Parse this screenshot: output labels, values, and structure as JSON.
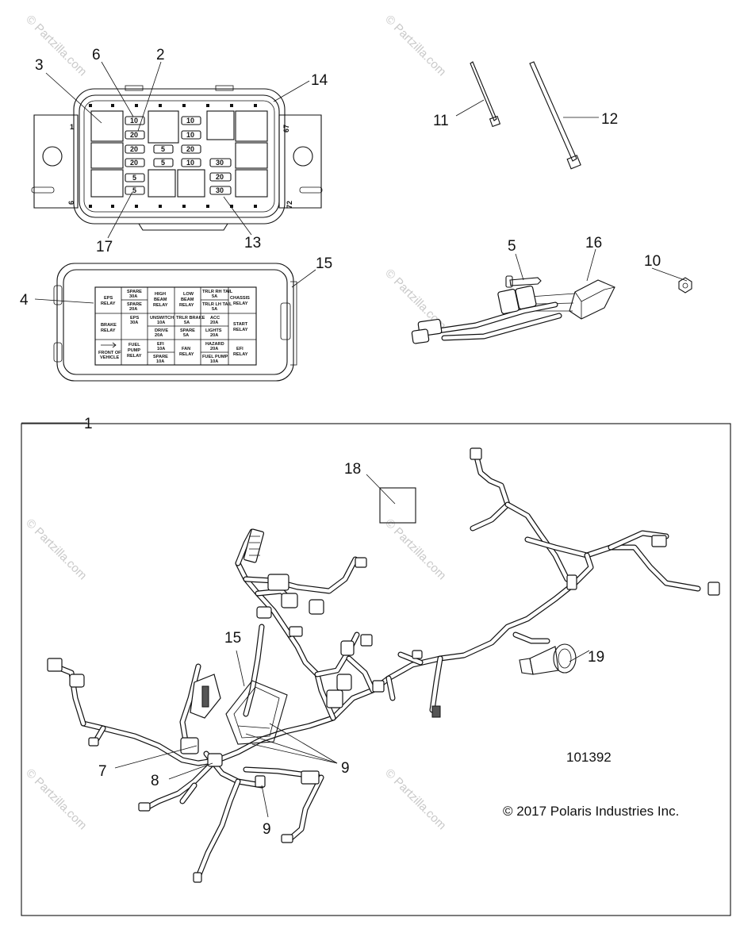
{
  "diagram": {
    "figure_number": "101392",
    "copyright": "© 2017 Polaris Industries Inc.",
    "watermark_text": "© Partzilla.com",
    "callouts": {
      "c1": "1",
      "c2": "2",
      "c3": "3",
      "c4": "4",
      "c5": "5",
      "c6": "6",
      "c7": "7",
      "c8": "8",
      "c9a": "9",
      "c9b": "9",
      "c10": "10",
      "c11": "11",
      "c12": "12",
      "c13": "13",
      "c14": "14",
      "c15a": "15",
      "c15b": "15",
      "c16": "16",
      "c17": "17",
      "c18": "18",
      "c19": "19"
    },
    "fuse_box_edge_marks": {
      "tl": "1",
      "tr": "67",
      "bl": "6",
      "br": "72"
    },
    "fuse_values": [
      {
        "id": "f1",
        "v": "10"
      },
      {
        "id": "f2",
        "v": "20"
      },
      {
        "id": "f3",
        "v": "20"
      },
      {
        "id": "f4",
        "v": "20"
      },
      {
        "id": "f5",
        "v": "5"
      },
      {
        "id": "f6",
        "v": "5"
      },
      {
        "id": "f7",
        "v": "5"
      },
      {
        "id": "f8",
        "v": "5"
      },
      {
        "id": "f9",
        "v": "10"
      },
      {
        "id": "f10",
        "v": "10"
      },
      {
        "id": "f11",
        "v": "20"
      },
      {
        "id": "f12",
        "v": "10"
      },
      {
        "id": "f13",
        "v": "30"
      },
      {
        "id": "f14",
        "v": "20"
      },
      {
        "id": "f15",
        "v": "30"
      }
    ],
    "cover_label": {
      "r1": [
        "EPS",
        "RELAY",
        "SPARE",
        "30A",
        "HIGH",
        "BEAM",
        "RELAY",
        "LOW",
        "BEAM",
        "RELAY",
        "TRLR RH TAIL",
        "5A",
        "CHASSIS",
        "RELAY"
      ],
      "r2": [
        "SPARE",
        "20A",
        "TRLR LH TAIL",
        "5A"
      ],
      "r3": [
        "BRAKE",
        "RELAY",
        "EPS",
        "30A",
        "UNSWITCH",
        "10A",
        "TRLR BRAKE",
        "5A",
        "ACC",
        "20A",
        "START",
        "RELAY"
      ],
      "r4": [
        "DRIVE",
        "20A",
        "SPARE",
        "5A",
        "LIGHTS",
        "20A"
      ],
      "r5": [
        "FRONT OF",
        "VEHICLE",
        "FUEL",
        "PUMP",
        "RELAY",
        "EFI",
        "10A",
        "FAN",
        "RELAY",
        "HAZARD",
        "20A",
        "EFI",
        "RELAY"
      ],
      "r6": [
        "SPARE",
        "10A",
        "FUEL PUMP",
        "10A"
      ]
    }
  },
  "colors": {
    "ink": "#111111",
    "watermark": "#c9c9c9",
    "background": "#ffffff"
  }
}
